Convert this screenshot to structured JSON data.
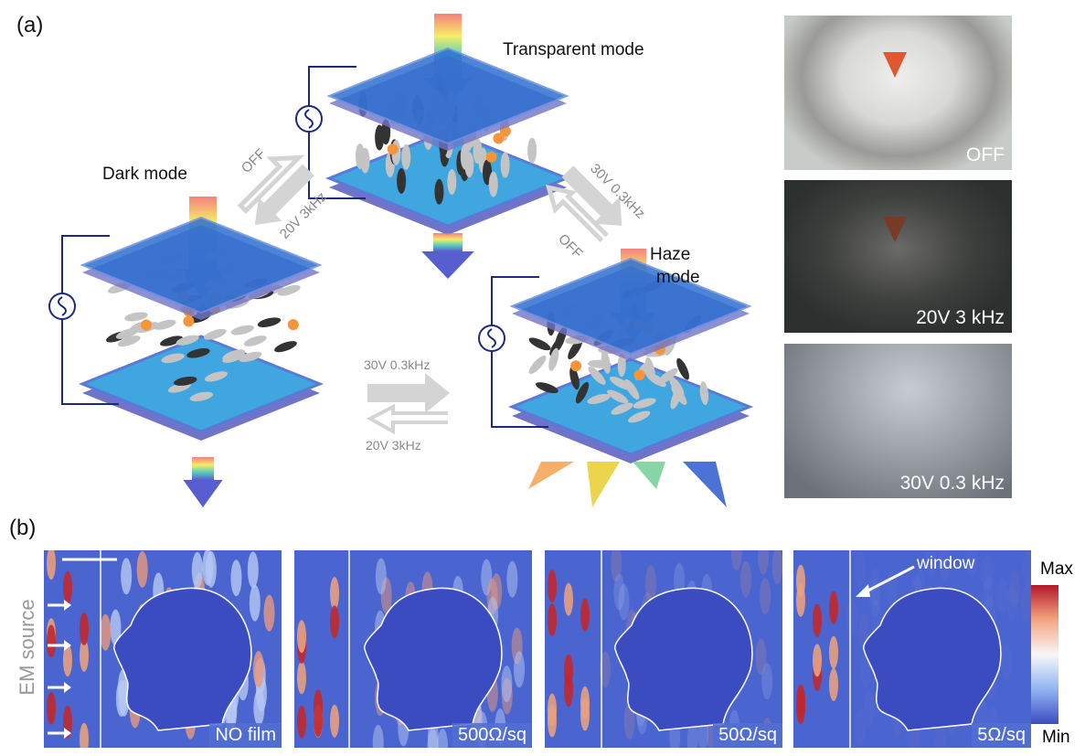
{
  "part_a": {
    "label": "(a)",
    "modes": {
      "transparent": "Transparent mode",
      "dark": "Dark mode",
      "haze_line1": "Haze",
      "haze_line2": "mode"
    },
    "arrows": {
      "left_up": "OFF",
      "left_down": "20V 3kHz",
      "right_down": "30V 0.3kHz",
      "right_up": "OFF",
      "bottom_right": "30V 0.3kHz",
      "bottom_left": "20V 3kHz"
    },
    "photos": [
      {
        "caption": "OFF"
      },
      {
        "caption": "20V 3 kHz"
      },
      {
        "caption": "30V 0.3 kHz"
      }
    ]
  },
  "part_b": {
    "label": "(b)",
    "source_label": "EM source",
    "window_label": "window",
    "panels": [
      {
        "caption": "NO film"
      },
      {
        "caption": "500Ω/sq"
      },
      {
        "caption": "50Ω/sq"
      },
      {
        "caption": "5Ω/sq"
      }
    ],
    "colorbar": {
      "max": "Max",
      "min": "Min",
      "colors": [
        "#b2182b",
        "#f4a582",
        "#f7f7f7",
        "#92b4f2",
        "#3b4cc0"
      ]
    }
  }
}
